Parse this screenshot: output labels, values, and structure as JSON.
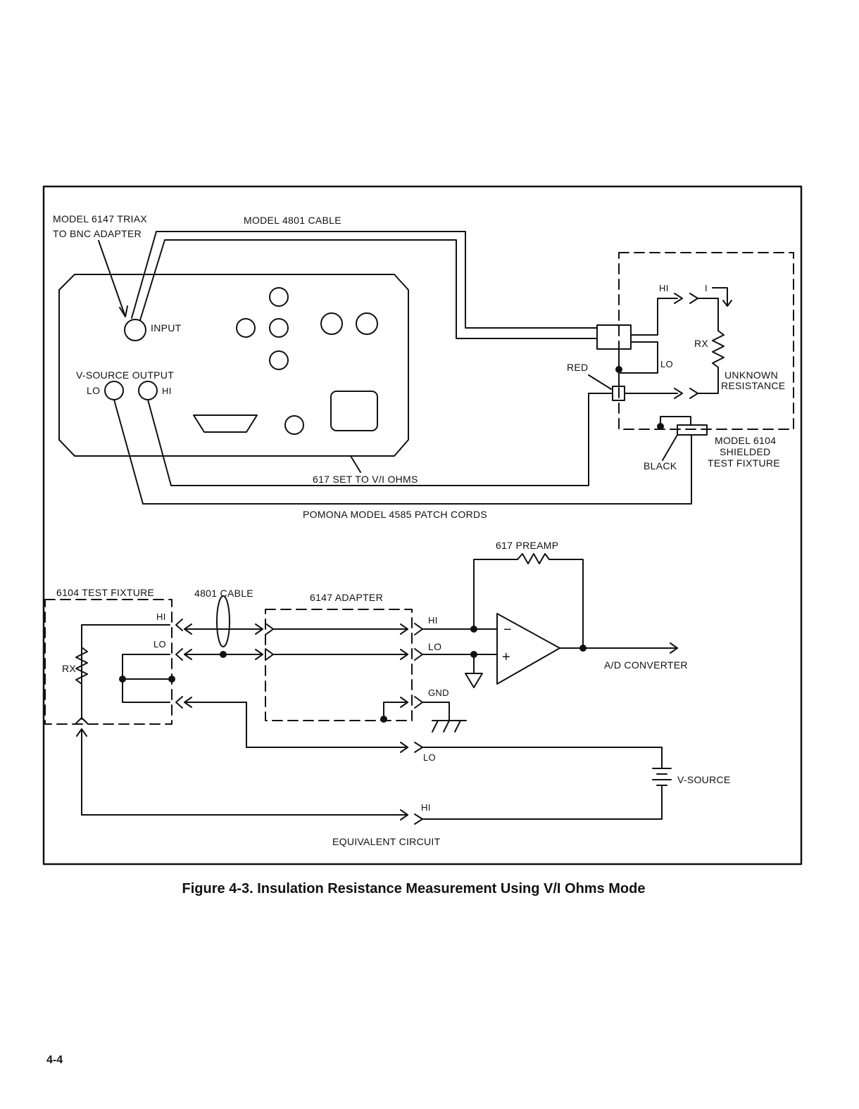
{
  "labels": {
    "triax_adapter": [
      "MODEL 6147 TRIAX",
      "TO BNC ADAPTER"
    ],
    "cable_4801": "MODEL 4801 CABLE",
    "input": "INPUT",
    "vsource_output": "V-SOURCE OUTPUT",
    "lo": "LO",
    "hi": "HI",
    "red": "RED",
    "black": "BLACK",
    "current": "I",
    "rx": "RX",
    "unknown_resistance": [
      "UNKNOWN",
      "RESISTANCE"
    ],
    "model_6104": [
      "MODEL 6104",
      "SHIELDED",
      "TEST FIXTURE"
    ],
    "set_617": "617 SET TO V/I OHMS",
    "patch_cords": "POMONA MODEL 4585 PATCH CORDS",
    "preamp": "617 PREAMP",
    "test_fixture_6104": "6104 TEST FIXTURE",
    "cable_4801_short": "4801 CABLE",
    "adapter_6147": "6147 ADAPTER",
    "gnd": "GND",
    "ad_converter": "A/D CONVERTER",
    "vsource": "V-SOURCE",
    "equivalent_circuit": "EQUIVALENT CIRCUIT",
    "minus": "−",
    "plus": "+"
  },
  "caption": "Figure 4-3. Insulation Resistance Measurement Using V/I Ohms Mode",
  "page_number": "4-4"
}
